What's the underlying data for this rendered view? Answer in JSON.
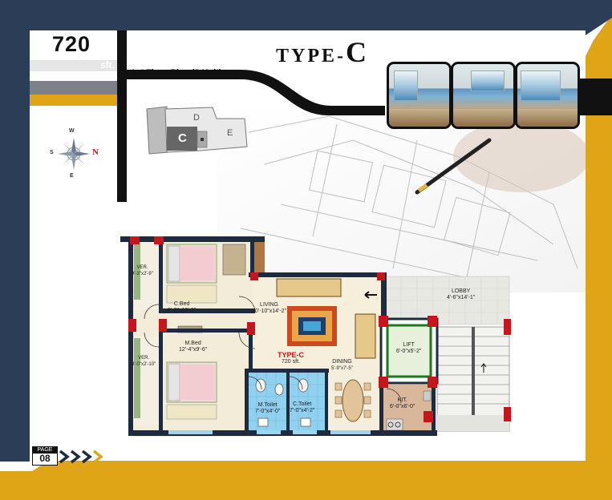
{
  "header": {
    "area_number": "720",
    "area_unit": "sft.",
    "plan_title": "1st Floor Plan (3 Unit)",
    "type_prefix": "TYPE-",
    "type_letter": "C"
  },
  "key_plan": {
    "unit_labels": [
      "D",
      "C",
      "E"
    ]
  },
  "compass": {
    "north": "N",
    "south": "S",
    "east": "E",
    "west": "W"
  },
  "photos": [
    "living room with sea view",
    "bedroom with sea view",
    "lounge with sea view"
  ],
  "rooms": {
    "ver_top": {
      "name": "VER.",
      "size": "9'-3\"x2'-9\""
    },
    "c_bed": {
      "name": "C.Bed",
      "size": "9'-3\"x10'-2\""
    },
    "living": {
      "name": "LIVING",
      "size": "10'-10\"x14'-2\""
    },
    "m_bed": {
      "name": "M.Bed",
      "size": "12'-4\"x9'-6\""
    },
    "ver_bottom": {
      "name": "VER.",
      "size": "9'-0\"x2'-10\""
    },
    "unit": {
      "name": "TYPE-C",
      "size": "720 sft."
    },
    "dining": {
      "name": "DINING",
      "size": "5'-9\"x7'-5\""
    },
    "lift": {
      "name": "LIFT",
      "size": "6'-0\"x5'-2\""
    },
    "lobby": {
      "name": "LOBBY",
      "size": "4'-6\"x14'-1\""
    },
    "m_toilet": {
      "name": "M.Toilet",
      "size": "7'-0\"x4'-0\""
    },
    "c_toilet": {
      "name": "C.Toilet",
      "size": "7'-0\"x4'-2\""
    },
    "kit": {
      "name": "KIT.",
      "size": "6'-0\"x6'-0\""
    }
  },
  "page": {
    "label": "PAGE",
    "number": "08"
  },
  "colors": {
    "navy": "#2c3e57",
    "gold": "#e0a516",
    "grey_band": "#7d8089",
    "wall": "#1e2a3e",
    "column": "#c4161c",
    "floor": "#f3ecd8",
    "bath_tile": "#8fd1ef",
    "lobby": "#e8e8e2",
    "kitchen": "#d9b79a",
    "rug": "#cc4a1e",
    "accent_red": "#d0111a"
  }
}
